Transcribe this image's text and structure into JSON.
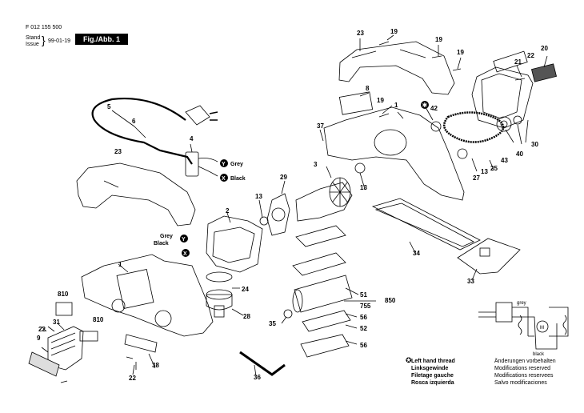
{
  "header": {
    "doc_number": "F 012 155 500",
    "stand": "Stand",
    "issue": "Issue",
    "date": "99-01-19",
    "fig_label": "Fig./Abb. 1"
  },
  "callouts": [
    {
      "id": "c23a",
      "text": "23"
    },
    {
      "id": "c19a",
      "text": "19"
    },
    {
      "id": "c19b",
      "text": "19"
    },
    {
      "id": "c19c",
      "text": "19"
    },
    {
      "id": "c22a",
      "text": "22"
    },
    {
      "id": "c20",
      "text": "20"
    },
    {
      "id": "c21",
      "text": "21"
    },
    {
      "id": "c8",
      "text": "8"
    },
    {
      "id": "c19d",
      "text": "19"
    },
    {
      "id": "c1a",
      "text": "1"
    },
    {
      "id": "c42",
      "text": "42"
    },
    {
      "id": "c5",
      "text": "5"
    },
    {
      "id": "c6",
      "text": "6"
    },
    {
      "id": "c4",
      "text": "4"
    },
    {
      "id": "c37",
      "text": "37"
    },
    {
      "id": "c43",
      "text": "43"
    },
    {
      "id": "c40",
      "text": "40"
    },
    {
      "id": "c30",
      "text": "30"
    },
    {
      "id": "c23b",
      "text": "23"
    },
    {
      "id": "c3",
      "text": "3"
    },
    {
      "id": "c27",
      "text": "27"
    },
    {
      "id": "c13a",
      "text": "13"
    },
    {
      "id": "c25",
      "text": "25"
    },
    {
      "id": "c13b",
      "text": "13"
    },
    {
      "id": "c29",
      "text": "29"
    },
    {
      "id": "c13c",
      "text": "13"
    },
    {
      "id": "c2",
      "text": "2"
    },
    {
      "id": "c34",
      "text": "34"
    },
    {
      "id": "c1b",
      "text": "1"
    },
    {
      "id": "c24",
      "text": "24"
    },
    {
      "id": "c33",
      "text": "33"
    },
    {
      "id": "c810a",
      "text": "810"
    },
    {
      "id": "c28",
      "text": "28"
    },
    {
      "id": "c51",
      "text": "51"
    },
    {
      "id": "c755",
      "text": "755"
    },
    {
      "id": "c850",
      "text": "850"
    },
    {
      "id": "c56a",
      "text": "56"
    },
    {
      "id": "c35",
      "text": "35"
    },
    {
      "id": "c52",
      "text": "52"
    },
    {
      "id": "c56b",
      "text": "56"
    },
    {
      "id": "c22b",
      "text": "22"
    },
    {
      "id": "c31",
      "text": "31"
    },
    {
      "id": "c810b",
      "text": "810"
    },
    {
      "id": "c9",
      "text": "9"
    },
    {
      "id": "c38",
      "text": "38"
    },
    {
      "id": "c22c",
      "text": "22"
    },
    {
      "id": "c36",
      "text": "36"
    }
  ],
  "wire_labels": {
    "grey": "Grey",
    "black": "Black",
    "grey2": "Grey",
    "black2": "Black",
    "y": "Y",
    "x": "X",
    "schem_grey": "grey",
    "schem_black": "black",
    "schem_m": "M"
  },
  "legend": {
    "col1": [
      "Left hand thread",
      "Linksgewinde",
      "Filetage gauche",
      "Rosca izquierda"
    ],
    "col2": [
      "Änderungen vorbehalten",
      "Modifications reserved",
      "Modifications reservees",
      "Salvo modificaciones"
    ]
  }
}
